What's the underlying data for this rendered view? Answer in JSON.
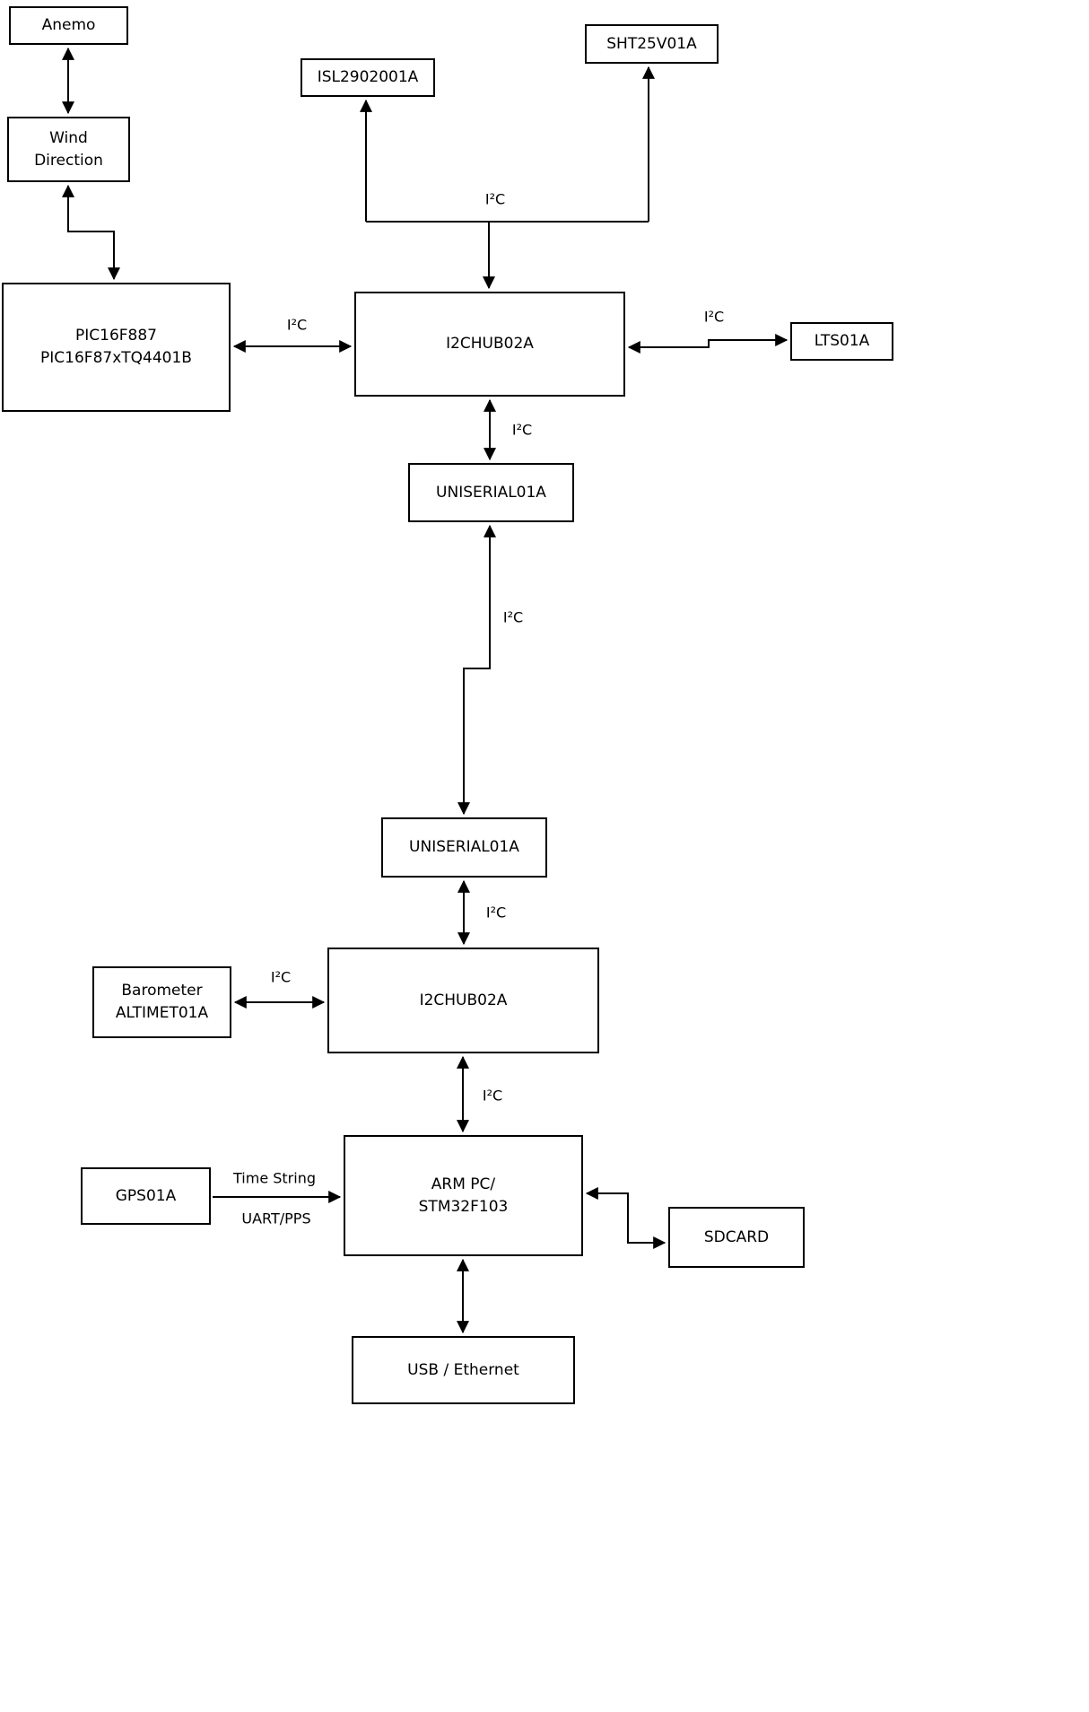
{
  "diagram_title": "",
  "colors": {
    "background": "#ffffff",
    "line": "#000000",
    "text": "#000000"
  },
  "nodes": [
    {
      "id": "anemo",
      "label": "Anemo"
    },
    {
      "id": "wind-direction",
      "label": "Wind\nDirection"
    },
    {
      "id": "pic16f887",
      "label": "PIC16F887\nPIC16F87xTQ4401B"
    },
    {
      "id": "isl2902001a",
      "label": "ISL2902001A"
    },
    {
      "id": "sht25v01a",
      "label": "SHT25V01A"
    },
    {
      "id": "i2chub02a-top",
      "label": "I2CHUB02A"
    },
    {
      "id": "lts01a",
      "label": "LTS01A"
    },
    {
      "id": "uniserial01a-top",
      "label": "UNISERIAL01A"
    },
    {
      "id": "uniserial01a-bottom",
      "label": "UNISERIAL01A"
    },
    {
      "id": "i2chub02a-bottom",
      "label": "I2CHUB02A"
    },
    {
      "id": "barometer-altimet01a",
      "label": "Barometer\nALTIMET01A"
    },
    {
      "id": "arm-pc-stm32f103",
      "label": "ARM PC/\nSTM32F103"
    },
    {
      "id": "gps01a",
      "label": "GPS01A"
    },
    {
      "id": "sdcard",
      "label": "SDCARD"
    },
    {
      "id": "usb-ethernet",
      "label": "USB / Ethernet"
    }
  ],
  "edge_labels": [
    {
      "id": "i2c-top-bus",
      "text": "I²C"
    },
    {
      "id": "i2c-pic-hub",
      "text": "I²C"
    },
    {
      "id": "i2c-hub-lts",
      "text": "I²C"
    },
    {
      "id": "i2c-hub-uniserial",
      "text": "I²C"
    },
    {
      "id": "i2c-uniserial-link",
      "text": "I²C"
    },
    {
      "id": "i2c-uniserial-hub2",
      "text": "I²C"
    },
    {
      "id": "i2c-hub2-barometer",
      "text": "I²C"
    },
    {
      "id": "i2c-hub2-arm",
      "text": "I²C"
    },
    {
      "id": "gps-time-string",
      "text": "Time String"
    },
    {
      "id": "gps-uart-pps",
      "text": "UART/PPS"
    }
  ],
  "edges": [
    {
      "from": "Anemo",
      "to": "Wind Direction",
      "arrows": "both",
      "label": ""
    },
    {
      "from": "Wind Direction",
      "to": "PIC16F887",
      "arrows": "both",
      "label": ""
    },
    {
      "from": "PIC16F887",
      "to": "I2CHUB02A (top)",
      "arrows": "both",
      "label": "I²C"
    },
    {
      "from": "I2CHUB02A (top)",
      "to": "ISL2902001A",
      "arrows": "to",
      "label": "I²C"
    },
    {
      "from": "I2CHUB02A (top)",
      "to": "SHT25V01A",
      "arrows": "to",
      "label": "I²C"
    },
    {
      "from": "I2CHUB02A (top)",
      "to": "LTS01A",
      "arrows": "both",
      "label": "I²C"
    },
    {
      "from": "I2CHUB02A (top)",
      "to": "UNISERIAL01A (top)",
      "arrows": "both",
      "label": "I²C"
    },
    {
      "from": "UNISERIAL01A (top)",
      "to": "UNISERIAL01A (bottom)",
      "arrows": "both",
      "label": "I²C"
    },
    {
      "from": "UNISERIAL01A (bottom)",
      "to": "I2CHUB02A (bottom)",
      "arrows": "both",
      "label": "I²C"
    },
    {
      "from": "I2CHUB02A (bottom)",
      "to": "Barometer ALTIMET01A",
      "arrows": "both",
      "label": "I²C"
    },
    {
      "from": "I2CHUB02A (bottom)",
      "to": "ARM PC/STM32F103",
      "arrows": "both",
      "label": "I²C"
    },
    {
      "from": "GPS01A",
      "to": "ARM PC/STM32F103",
      "arrows": "to",
      "label": "Time String / UART/PPS"
    },
    {
      "from": "ARM PC/STM32F103",
      "to": "SDCARD",
      "arrows": "both",
      "label": ""
    },
    {
      "from": "ARM PC/STM32F103",
      "to": "USB / Ethernet",
      "arrows": "both",
      "label": ""
    }
  ]
}
